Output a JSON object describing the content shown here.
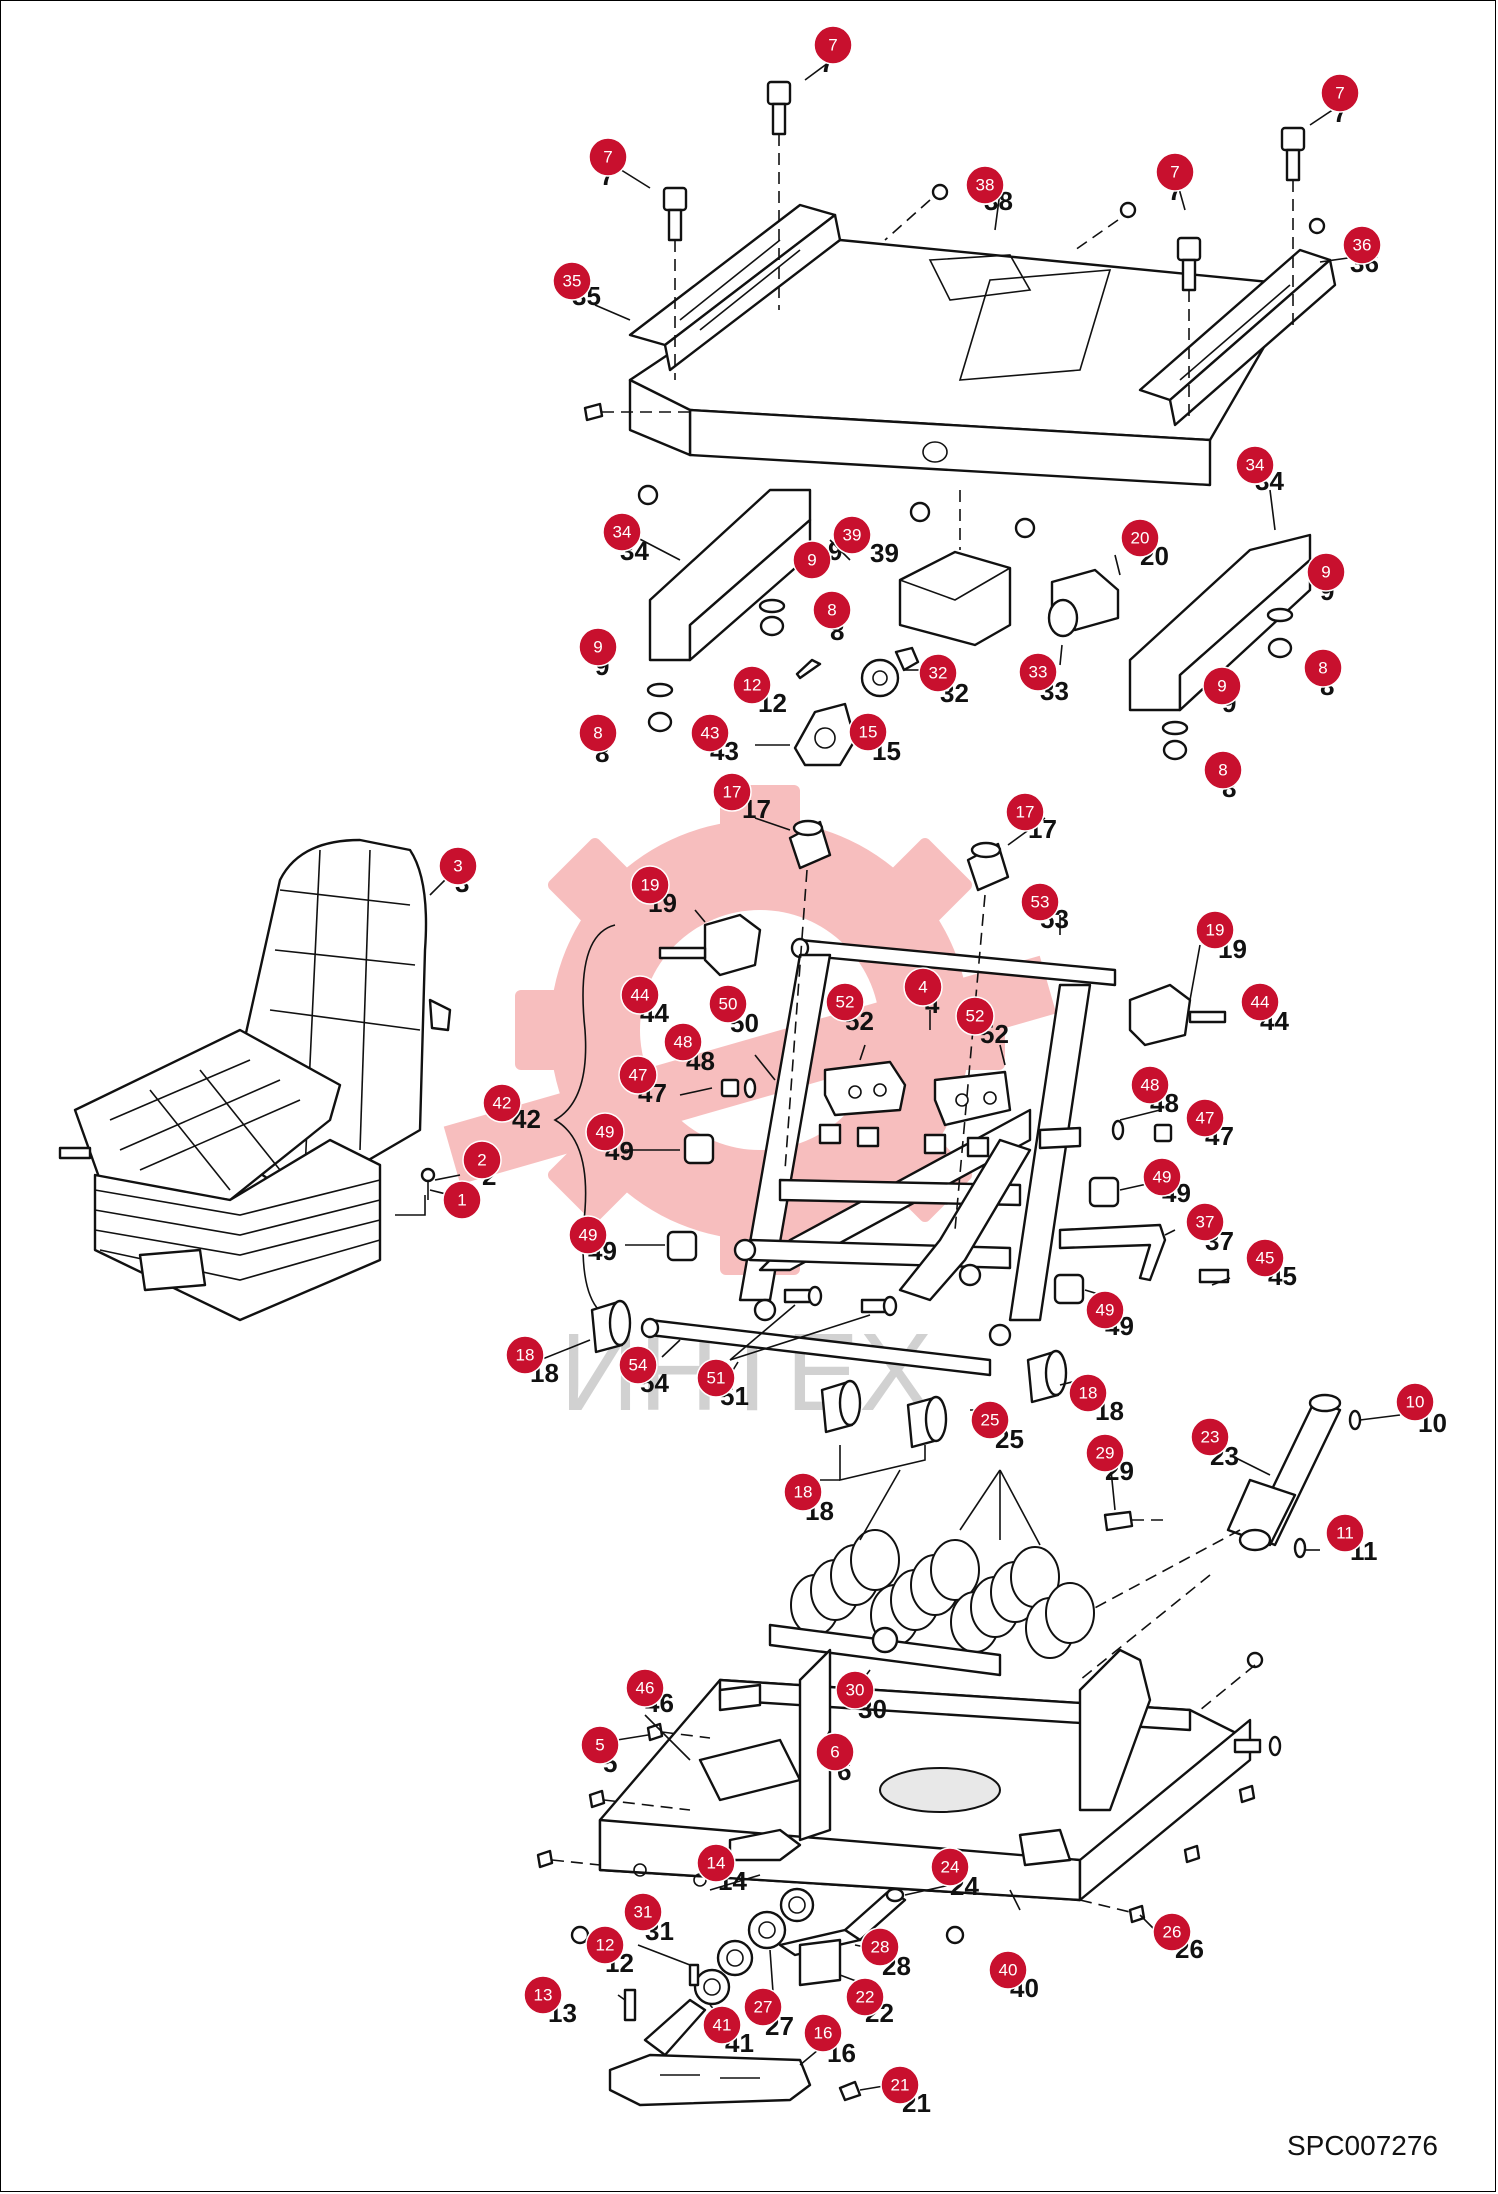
{
  "catalog_code": "SPC007276",
  "watermark_text": "ИНТЕХ",
  "callout_color": "#c8102e",
  "callouts": [
    "1",
    "2",
    "3",
    "4",
    "5",
    "6",
    "7",
    "8",
    "9",
    "10",
    "11",
    "12",
    "13",
    "14",
    "15",
    "16",
    "17",
    "18",
    "19",
    "20",
    "21",
    "22",
    "23",
    "24",
    "25",
    "26",
    "27",
    "28",
    "29",
    "30",
    "31",
    "32",
    "33",
    "34",
    "35",
    "36",
    "37",
    "38",
    "39",
    "40",
    "41",
    "42",
    "43",
    "44",
    "45",
    "46",
    "47",
    "48",
    "49",
    "50",
    "51",
    "52",
    "53",
    "54"
  ]
}
